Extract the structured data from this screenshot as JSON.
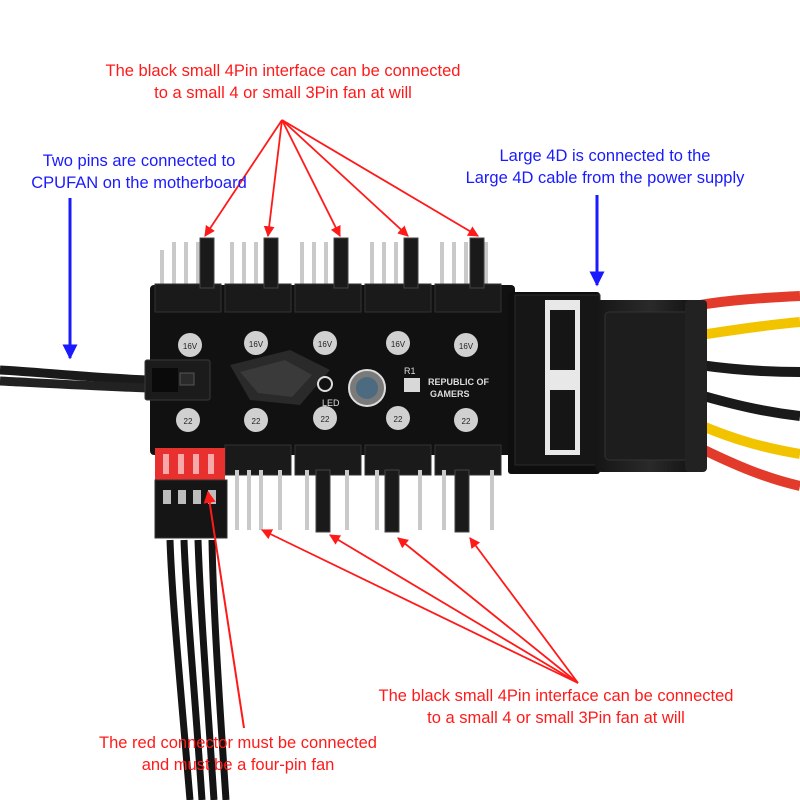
{
  "colors": {
    "annotation_red": "#ff1a1a",
    "annotation_blue": "#1a1aff",
    "pcb": "#111111",
    "pin": "#c9c9c9",
    "red_header": "#e8312f",
    "wire_red": "#e23b2b",
    "wire_yellow": "#f2c400",
    "wire_black": "#1a1a1a"
  },
  "annotations": {
    "top_fans": {
      "line1": "The black small 4Pin interface can be connected",
      "line2": "to a small 4 or small 3Pin fan at will"
    },
    "cpufan": {
      "line1": "Two pins are connected to",
      "line2": "CPUFAN on the motherboard"
    },
    "power": {
      "line1": "Large 4D is connected to the",
      "line2": "Large 4D cable from the power supply"
    },
    "bottom_fans": {
      "line1": "The black small 4Pin interface can be connected",
      "line2": "to a small 4 or small 3Pin fan at will"
    },
    "red_connector": {
      "line1": "The red connector must be connected",
      "line2": "and must be a four-pin fan"
    }
  },
  "board": {
    "logo_line1": "REPUBLIC OF",
    "logo_line2": "GAMERS",
    "r1_label": "R1",
    "led_label": "LED",
    "cap_label": "16V",
    "cap_value": "22"
  }
}
